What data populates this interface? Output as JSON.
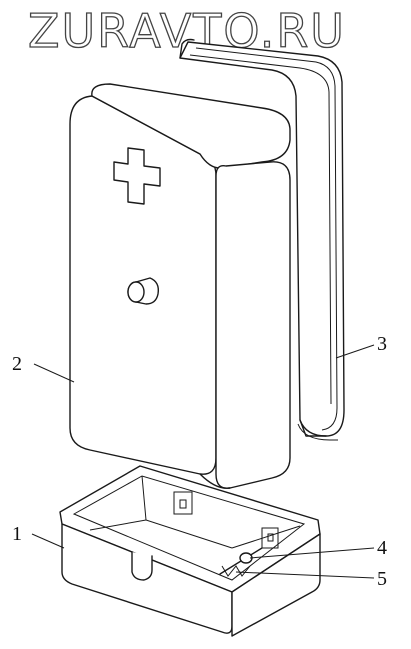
{
  "watermark": "ZURAVTO.RU",
  "callouts": [
    {
      "id": "base",
      "text": "1"
    },
    {
      "id": "cover",
      "text": "2"
    },
    {
      "id": "frame",
      "text": "3"
    },
    {
      "id": "pin",
      "text": "4"
    },
    {
      "id": "spring",
      "text": "5"
    }
  ]
}
